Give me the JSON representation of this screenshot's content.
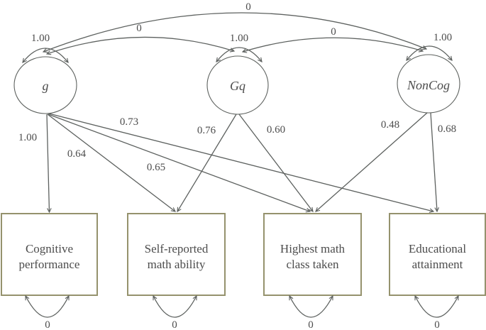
{
  "diagram": {
    "type": "structural-equation-path-diagram",
    "latent_variables": [
      {
        "id": "g",
        "label": "g",
        "variance": "1.00"
      },
      {
        "id": "gq",
        "label": "Gq",
        "variance": "1.00"
      },
      {
        "id": "noncog",
        "label": "NonCog",
        "variance": "1.00"
      }
    ],
    "observed_variables": [
      {
        "id": "cognitive-performance",
        "line1": "Cognitive",
        "line2": "performance",
        "residual": "0"
      },
      {
        "id": "self-reported-math",
        "line1": "Self-reported",
        "line2": "math ability",
        "residual": "0"
      },
      {
        "id": "highest-math-class",
        "line1": "Highest math",
        "line2": "class taken",
        "residual": "0"
      },
      {
        "id": "educational-attainment",
        "line1": "Educational",
        "line2": "attainment",
        "residual": "0"
      }
    ],
    "loadings": [
      {
        "from": "g",
        "to": "cognitive-performance",
        "value": "1.00"
      },
      {
        "from": "g",
        "to": "self-reported-math",
        "value": "0.64"
      },
      {
        "from": "g",
        "to": "highest-math-class",
        "value": "0.65"
      },
      {
        "from": "g",
        "to": "educational-attainment",
        "value": "0.73"
      },
      {
        "from": "gq",
        "to": "self-reported-math",
        "value": "0.76"
      },
      {
        "from": "gq",
        "to": "highest-math-class",
        "value": "0.60"
      },
      {
        "from": "noncog",
        "to": "highest-math-class",
        "value": "0.48"
      },
      {
        "from": "noncog",
        "to": "educational-attainment",
        "value": "0.68"
      }
    ],
    "covariances": [
      {
        "between": "g-gq",
        "value": "0"
      },
      {
        "between": "g-noncog",
        "value": "0"
      },
      {
        "between": "gq-noncog",
        "value": "0"
      }
    ],
    "colors": {
      "background": "#ffffff",
      "edge": "#5d615f",
      "box_border": "#95926d",
      "text": "#4c4c4c"
    }
  }
}
